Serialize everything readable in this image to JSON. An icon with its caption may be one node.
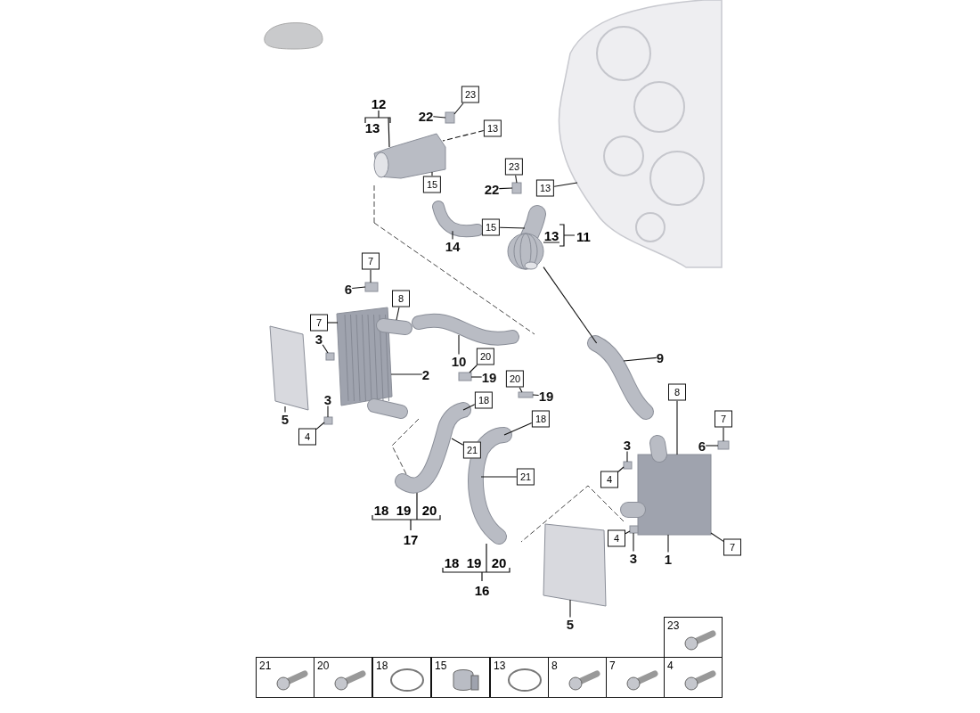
{
  "diagram": {
    "nodes": [
      {
        "text": [
          "23"
        ]
      },
      {
        "text": [
          "22"
        ]
      },
      {
        "text": [
          "13"
        ]
      },
      {
        "text": [
          "15"
        ]
      },
      {
        "text": [
          "23"
        ]
      },
      {
        "text": [
          "22"
        ]
      },
      {
        "text": [
          "13"
        ]
      },
      {
        "text": [
          "15"
        ]
      },
      {
        "text": [
          "14"
        ]
      },
      {
        "text": [
          "7"
        ]
      },
      {
        "text": [
          "6"
        ]
      },
      {
        "text": [
          "7"
        ]
      },
      {
        "text": [
          "8"
        ]
      },
      {
        "text": [
          "3"
        ]
      },
      {
        "text": [
          "2"
        ]
      },
      {
        "text": [
          "10"
        ]
      },
      {
        "text": [
          "20"
        ]
      },
      {
        "text": [
          "19"
        ]
      },
      {
        "text": [
          "20"
        ]
      },
      {
        "text": [
          "19"
        ]
      },
      {
        "text": [
          "18"
        ]
      },
      {
        "text": [
          "5"
        ]
      },
      {
        "text": [
          "3"
        ]
      },
      {
        "text": [
          "18"
        ]
      },
      {
        "text": [
          "4"
        ]
      },
      {
        "text": [
          "21"
        ]
      },
      {
        "text": [
          "9"
        ]
      },
      {
        "text": [
          "8"
        ]
      },
      {
        "text": [
          "7"
        ]
      },
      {
        "text": [
          "3"
        ]
      },
      {
        "text": [
          "6"
        ]
      },
      {
        "text": [
          "21"
        ]
      },
      {
        "text": [
          "4"
        ]
      },
      {
        "text": [
          "4"
        ]
      },
      {
        "text": [
          "7"
        ]
      },
      {
        "text": [
          "3"
        ]
      },
      {
        "text": [
          "1"
        ]
      },
      {
        "text": [
          "5"
        ]
      },
      {
        "text": [],
        "shape": "picture"
      },
      {
        "text": [],
        "shape": "box"
      },
      {
        "text": [],
        "shape": "box"
      },
      {
        "text": [],
        "shape": "picture"
      },
      {
        "text": [],
        "shape": "picture"
      },
      {
        "text": [],
        "shape": "box"
      },
      {
        "text": [],
        "shape": "picture"
      },
      {
        "text": [],
        "shape": "picture"
      },
      {
        "text": [],
        "shape": "box"
      },
      {
        "text": [],
        "shape": "box"
      },
      {
        "text": [],
        "shape": "picture"
      },
      {
        "text": [],
        "shape": "box"
      },
      {
        "text": [],
        "shape": "box"
      },
      {
        "text": [],
        "shape": "picture"
      },
      {
        "text": [],
        "shape": "picture"
      },
      {
        "text": [],
        "shape": "picture"
      },
      {
        "text": [],
        "shape": "picture"
      },
      {
        "text": [],
        "shape": "box"
      },
      {
        "text": [],
        "shape": "box"
      },
      {
        "text": [],
        "shape": "box"
      },
      {
        "text": [],
        "shape": "picture"
      },
      {
        "text": [],
        "shape": "picture"
      }
    ],
    "edges": [
      {
        "from": 0,
        "to": 39,
        "arrow": "none"
      },
      {
        "from": 1,
        "to": 39,
        "arrow": "none"
      },
      {
        "from": 2,
        "to": 38,
        "arrow": "none",
        "style": "dashed"
      },
      {
        "from": 3,
        "to": 38,
        "arrow": "none"
      },
      {
        "from": 4,
        "to": 40,
        "arrow": "none"
      },
      {
        "from": 5,
        "to": 40,
        "arrow": "none"
      },
      {
        "from": 6,
        "to": 59,
        "arrow": "none"
      },
      {
        "from": 7,
        "to": 42,
        "arrow": "none"
      },
      {
        "from": 8,
        "to": 41,
        "arrow": "none"
      },
      {
        "from": 9,
        "to": 43,
        "arrow": "none"
      },
      {
        "from": 10,
        "to": 43,
        "arrow": "none"
      },
      {
        "from": 11,
        "to": 44,
        "arrow": "none"
      },
      {
        "from": 12,
        "to": 44,
        "arrow": "none"
      },
      {
        "from": 13,
        "to": 46,
        "arrow": "none"
      },
      {
        "from": 14,
        "to": 44,
        "arrow": "none"
      },
      {
        "from": 15,
        "to": 48,
        "arrow": "none"
      },
      {
        "from": 16,
        "to": 49,
        "arrow": "none"
      },
      {
        "from": 17,
        "to": 49,
        "arrow": "none"
      },
      {
        "from": 18,
        "to": 50,
        "arrow": "none"
      },
      {
        "from": 19,
        "to": 50,
        "arrow": "none"
      },
      {
        "from": 20,
        "to": 51,
        "arrow": "none"
      },
      {
        "from": 21,
        "to": 45,
        "arrow": "none"
      },
      {
        "from": 22,
        "to": 47,
        "arrow": "none"
      },
      {
        "from": 23,
        "to": 52,
        "arrow": "none"
      },
      {
        "from": 24,
        "to": 47,
        "arrow": "none"
      },
      {
        "from": 25,
        "to": 51,
        "arrow": "none"
      },
      {
        "from": 26,
        "to": 53,
        "arrow": "none"
      },
      {
        "from": 27,
        "to": 54,
        "arrow": "none"
      },
      {
        "from": 28,
        "to": 56,
        "arrow": "none"
      },
      {
        "from": 29,
        "to": 55,
        "arrow": "none"
      },
      {
        "from": 30,
        "to": 56,
        "arrow": "none"
      },
      {
        "from": 31,
        "to": 52,
        "arrow": "none"
      },
      {
        "from": 32,
        "to": 55,
        "arrow": "none"
      },
      {
        "from": 33,
        "to": 57,
        "arrow": "none"
      },
      {
        "from": 34,
        "to": 54,
        "arrow": "none"
      },
      {
        "from": 35,
        "to": 57,
        "arrow": "none"
      },
      {
        "from": 36,
        "to": 54,
        "arrow": "none"
      },
      {
        "from": 37,
        "to": 58,
        "arrow": "none"
      },
      {
        "from": 42,
        "to": 53,
        "arrow": "none"
      }
    ],
    "labels": [
      "12",
      "13",
      "13",
      "11",
      "18",
      "19",
      "20",
      "17",
      "18",
      "19",
      "20",
      "16",
      "23",
      "21",
      "20",
      "18",
      "15",
      "13",
      "8",
      "7",
      "4"
    ]
  }
}
